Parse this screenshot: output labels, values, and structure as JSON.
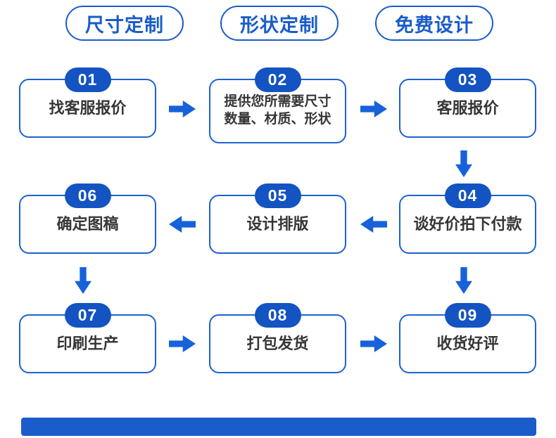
{
  "header_tags": [
    {
      "label": "尺寸定制"
    },
    {
      "label": "形状定制"
    },
    {
      "label": "免费设计"
    }
  ],
  "steps": [
    {
      "num": "01",
      "line1": "找客服报价",
      "line2": ""
    },
    {
      "num": "02",
      "line1": "提供您所需要尺寸",
      "line2": "数量、材质、形状"
    },
    {
      "num": "03",
      "line1": "客服报价",
      "line2": ""
    },
    {
      "num": "04",
      "line1": "谈好价拍下付款",
      "line2": ""
    },
    {
      "num": "05",
      "line1": "设计排版",
      "line2": ""
    },
    {
      "num": "06",
      "line1": "确定图稿",
      "line2": ""
    },
    {
      "num": "07",
      "line1": "印刷生产",
      "line2": ""
    },
    {
      "num": "08",
      "line1": "打包发货",
      "line2": ""
    },
    {
      "num": "09",
      "line1": "收货好评",
      "line2": ""
    }
  ],
  "colors": {
    "badge_blue": "#1353c2",
    "arrow_blue": "#1761da",
    "box_border_blue": "#1e62d0",
    "pill_blue": "#1a5cc9",
    "step_text": "#363636",
    "background": "#ffffff"
  }
}
